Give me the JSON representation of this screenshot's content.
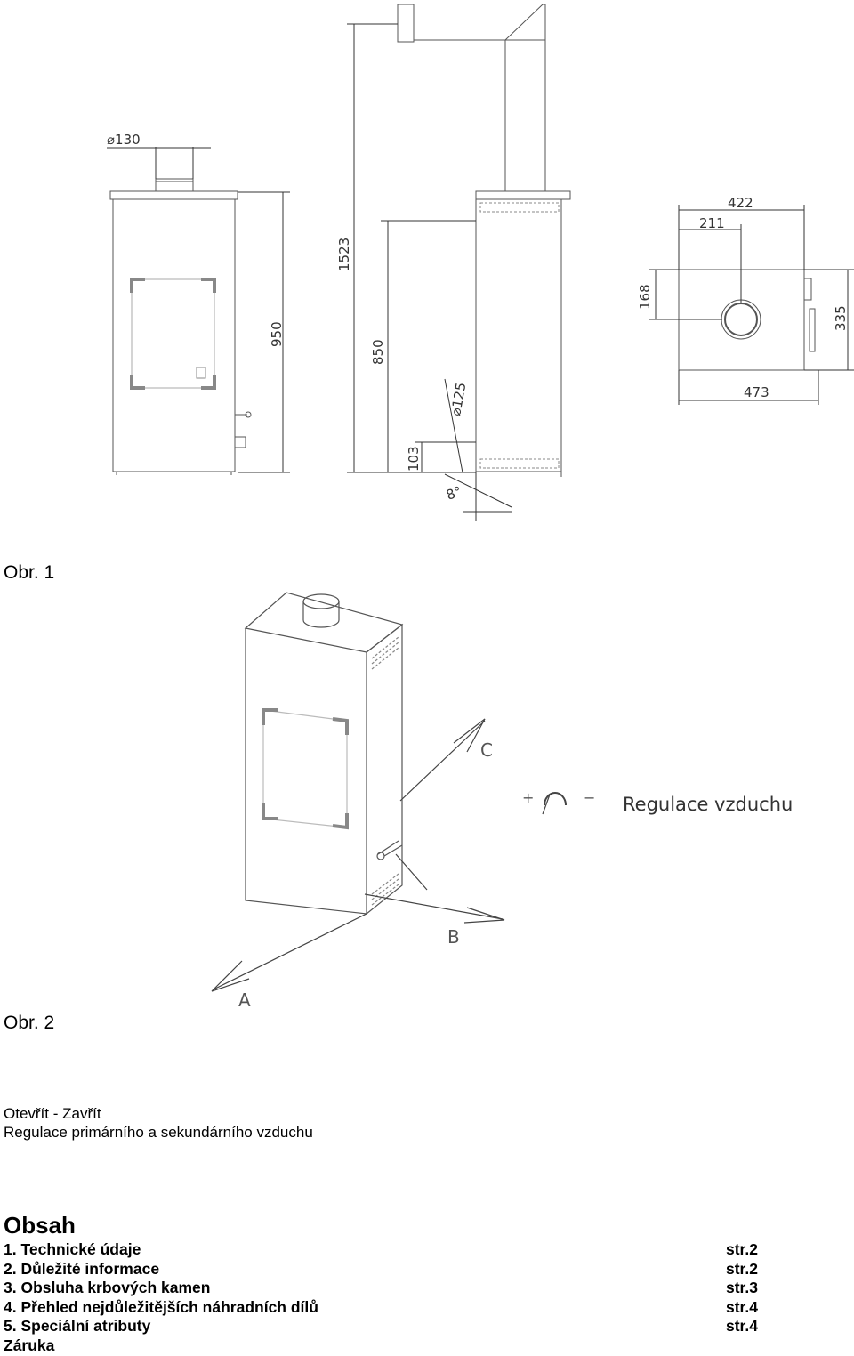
{
  "figure1": {
    "label": "Obr. 1",
    "dimensions": {
      "flue_diameter": "130",
      "height_body": "950",
      "height_total": "1523",
      "height_outlet": "850",
      "outlet_diameter": "125",
      "height_inlet": "103",
      "angle": "8°",
      "width_total": "422",
      "width_center": "211",
      "depth_center": "168",
      "depth_total": "335",
      "width_base": "473"
    }
  },
  "figure2": {
    "label": "Obr. 2",
    "air_control_label": "Regulace vzduchu",
    "axis_a": "A",
    "axis_b": "B",
    "axis_c": "C",
    "plus": "+",
    "minus": "−"
  },
  "caption": {
    "line1": "Otevřít - Zavřít",
    "line2": "Regulace primárního a sekundárního vzduchu"
  },
  "toc": {
    "title": "Obsah",
    "items": [
      {
        "label": "1. Technické údaje",
        "page": "str.2"
      },
      {
        "label": "2. Důležité informace",
        "page": "str.2"
      },
      {
        "label": "3. Obsluha krbových kamen",
        "page": "str.3"
      },
      {
        "label": "4. Přehled nejdůležitějších náhradních dílů",
        "page": "str.4"
      },
      {
        "label": "5. Speciální atributy",
        "page": "str.4"
      },
      {
        "label": "Záruka",
        "page": ""
      }
    ]
  }
}
